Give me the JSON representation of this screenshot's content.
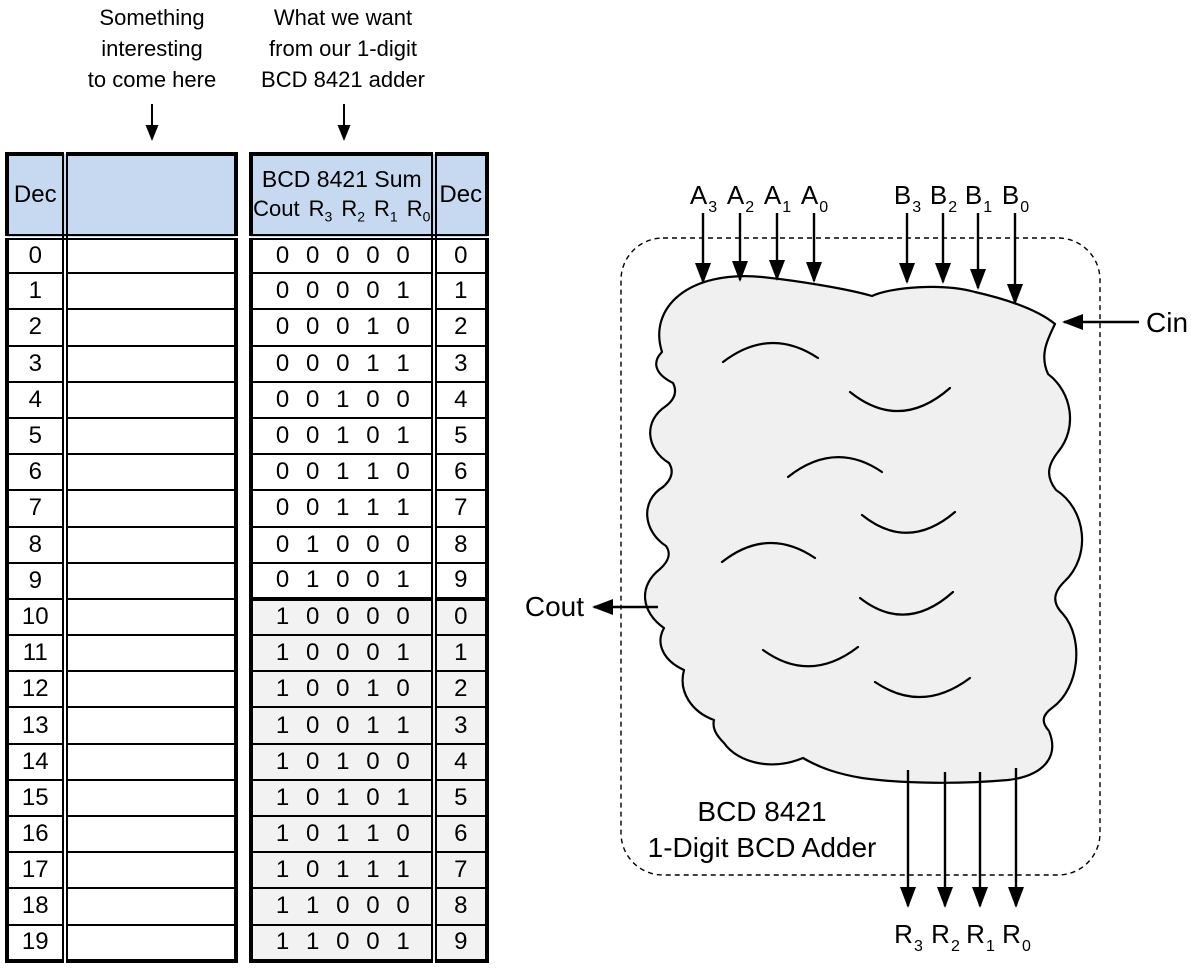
{
  "annotations": {
    "left": [
      "Something",
      "interesting",
      "to come here"
    ],
    "right": [
      "What we want",
      "from our 1-digit",
      "BCD 8421 adder"
    ]
  },
  "table": {
    "left_dec_header": "Dec",
    "right_dec_header": "Dec",
    "sum_header": "BCD 8421 Sum",
    "cout_label": "Cout",
    "r_labels": [
      {
        "base": "R",
        "sub": "3"
      },
      {
        "base": "R",
        "sub": "2"
      },
      {
        "base": "R",
        "sub": "1"
      },
      {
        "base": "R",
        "sub": "0"
      }
    ],
    "rows": [
      {
        "dec": "0",
        "bits": [
          "0",
          "0",
          "0",
          "0",
          "0"
        ],
        "dec2": "0",
        "carry": false
      },
      {
        "dec": "1",
        "bits": [
          "0",
          "0",
          "0",
          "0",
          "1"
        ],
        "dec2": "1",
        "carry": false
      },
      {
        "dec": "2",
        "bits": [
          "0",
          "0",
          "0",
          "1",
          "0"
        ],
        "dec2": "2",
        "carry": false
      },
      {
        "dec": "3",
        "bits": [
          "0",
          "0",
          "0",
          "1",
          "1"
        ],
        "dec2": "3",
        "carry": false
      },
      {
        "dec": "4",
        "bits": [
          "0",
          "0",
          "1",
          "0",
          "0"
        ],
        "dec2": "4",
        "carry": false
      },
      {
        "dec": "5",
        "bits": [
          "0",
          "0",
          "1",
          "0",
          "1"
        ],
        "dec2": "5",
        "carry": false
      },
      {
        "dec": "6",
        "bits": [
          "0",
          "0",
          "1",
          "1",
          "0"
        ],
        "dec2": "6",
        "carry": false
      },
      {
        "dec": "7",
        "bits": [
          "0",
          "0",
          "1",
          "1",
          "1"
        ],
        "dec2": "7",
        "carry": false
      },
      {
        "dec": "8",
        "bits": [
          "0",
          "1",
          "0",
          "0",
          "0"
        ],
        "dec2": "8",
        "carry": false
      },
      {
        "dec": "9",
        "bits": [
          "0",
          "1",
          "0",
          "0",
          "1"
        ],
        "dec2": "9",
        "carry": false
      },
      {
        "dec": "10",
        "bits": [
          "1",
          "0",
          "0",
          "0",
          "0"
        ],
        "dec2": "0",
        "carry": true
      },
      {
        "dec": "11",
        "bits": [
          "1",
          "0",
          "0",
          "0",
          "1"
        ],
        "dec2": "1",
        "carry": true
      },
      {
        "dec": "12",
        "bits": [
          "1",
          "0",
          "0",
          "1",
          "0"
        ],
        "dec2": "2",
        "carry": true
      },
      {
        "dec": "13",
        "bits": [
          "1",
          "0",
          "0",
          "1",
          "1"
        ],
        "dec2": "3",
        "carry": true
      },
      {
        "dec": "14",
        "bits": [
          "1",
          "0",
          "1",
          "0",
          "0"
        ],
        "dec2": "4",
        "carry": true
      },
      {
        "dec": "15",
        "bits": [
          "1",
          "0",
          "1",
          "0",
          "1"
        ],
        "dec2": "5",
        "carry": true
      },
      {
        "dec": "16",
        "bits": [
          "1",
          "0",
          "1",
          "1",
          "0"
        ],
        "dec2": "6",
        "carry": true
      },
      {
        "dec": "17",
        "bits": [
          "1",
          "0",
          "1",
          "1",
          "1"
        ],
        "dec2": "7",
        "carry": true
      },
      {
        "dec": "18",
        "bits": [
          "1",
          "1",
          "0",
          "0",
          "0"
        ],
        "dec2": "8",
        "carry": true
      },
      {
        "dec": "19",
        "bits": [
          "1",
          "1",
          "0",
          "0",
          "1"
        ],
        "dec2": "9",
        "carry": true
      }
    ]
  },
  "diagram": {
    "inputs_a": [
      {
        "base": "A",
        "sub": "3"
      },
      {
        "base": "A",
        "sub": "2"
      },
      {
        "base": "A",
        "sub": "1"
      },
      {
        "base": "A",
        "sub": "0"
      }
    ],
    "inputs_b": [
      {
        "base": "B",
        "sub": "3"
      },
      {
        "base": "B",
        "sub": "2"
      },
      {
        "base": "B",
        "sub": "1"
      },
      {
        "base": "B",
        "sub": "0"
      }
    ],
    "outputs_r": [
      {
        "base": "R",
        "sub": "3"
      },
      {
        "base": "R",
        "sub": "2"
      },
      {
        "base": "R",
        "sub": "1"
      },
      {
        "base": "R",
        "sub": "0"
      }
    ],
    "cin_label": "Cin",
    "cout_label": "Cout",
    "box_label_line1": "BCD 8421",
    "box_label_line2": "1-Digit BCD Adder"
  },
  "colors": {
    "header_blue": "#C6D9F1",
    "carry_gray": "#F2F2F2",
    "cloud_fill": "#F0F0F0"
  }
}
